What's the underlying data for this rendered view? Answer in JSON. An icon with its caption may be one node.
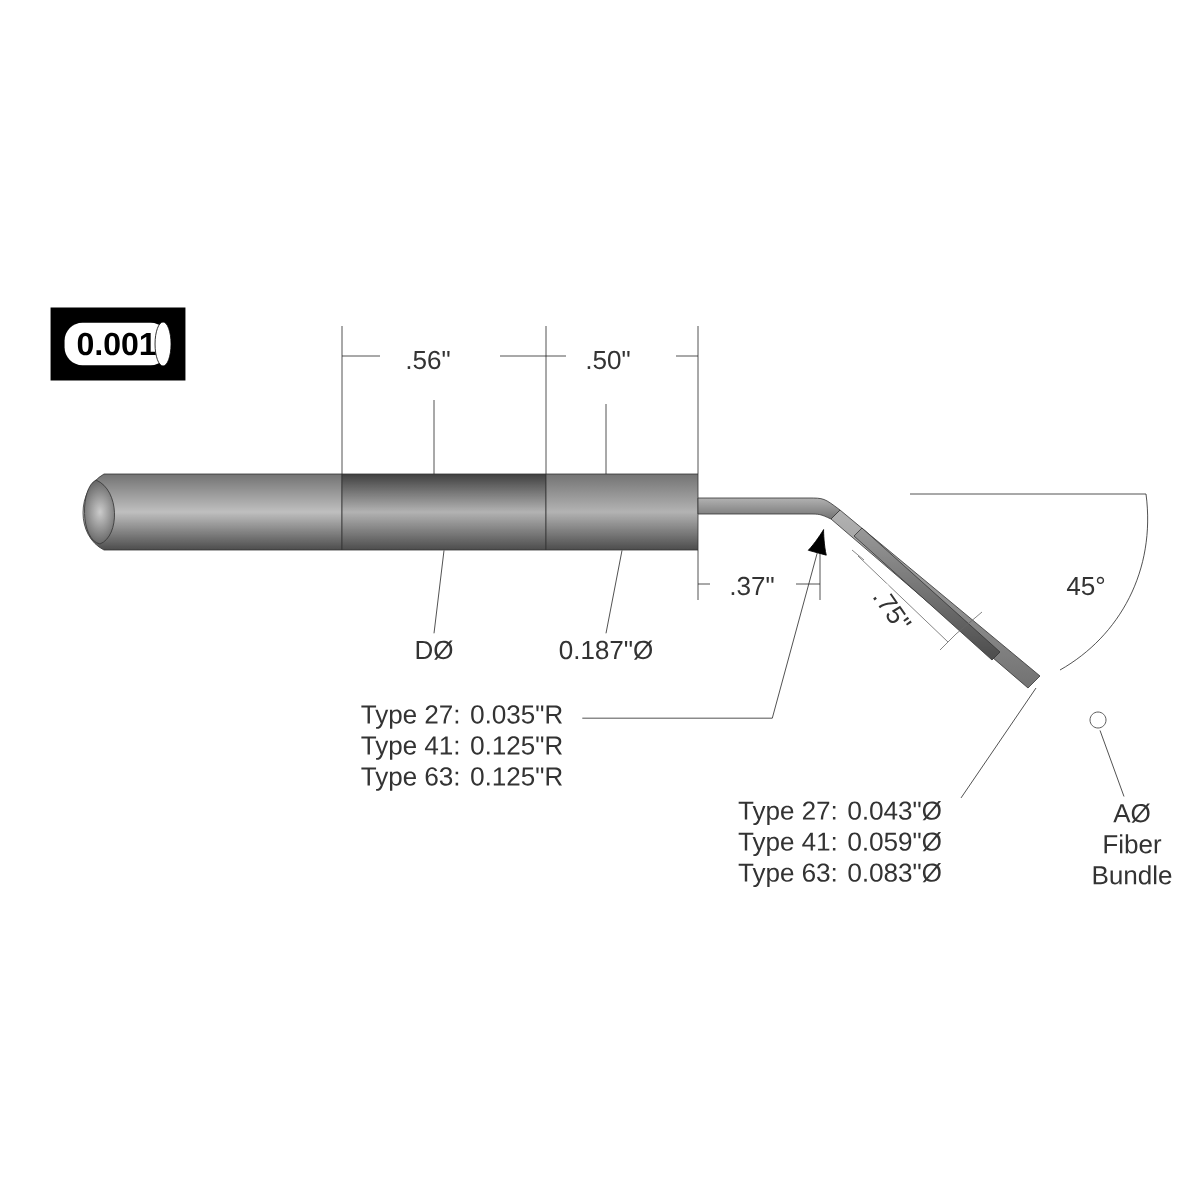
{
  "diagram": {
    "nodes": [
      {
        "text": [
          "0.001"
        ]
      },
      {
        "text": [
          "DØ"
        ]
      },
      {
        "text": [
          "0.187\"Ø"
        ]
      },
      {
        "text": [
          "Type 27: 0.035\"R",
          "Type 41: 0.125\"R",
          "Type 63: 0.125\"R"
        ]
      },
      {
        "text": [
          "Type 27: 0.043\"Ø",
          "Type 41: 0.059\"Ø",
          "Type 63: 0.083\"Ø"
        ]
      },
      {
        "text": [
          "AØ Fiber Bundle"
        ]
      },
      {
        "text": [],
        "shape": "bar"
      },
      {
        "text": [],
        "shape": "bar"
      },
      {
        "text": [],
        "shape": "circle"
      },
      {
        "text": [],
        "shape": "picture"
      },
      {
        "text": [],
        "shape": "picture"
      }
    ],
    "edges": [
      {
        "from": 1,
        "to": 6,
        "arrow": "none"
      },
      {
        "from": 2,
        "to": 7,
        "arrow": "none"
      },
      {
        "from": 3,
        "to": 9,
        "arrow": "to"
      },
      {
        "from": 4,
        "to": 10,
        "arrow": "none"
      },
      {
        "from": 5,
        "to": 8,
        "arrow": "none"
      }
    ],
    "labels": [
      ".56\"",
      ".50\"",
      ".37\"",
      ".75\"",
      "45°"
    ]
  }
}
